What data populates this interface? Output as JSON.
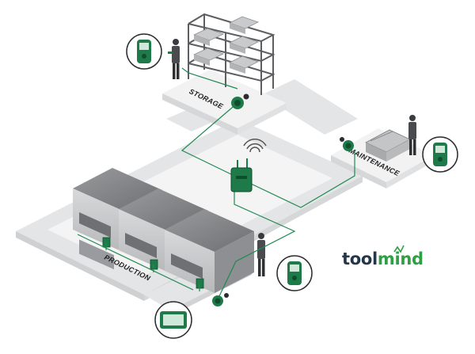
{
  "zones": {
    "storage": "STORAGE",
    "maintenance": "MAINTENANCE",
    "production": "PRODUCTION"
  },
  "brand": {
    "name_part1": "tool",
    "name_part2": "mind",
    "color_dark": "#24364a",
    "color_accent": "#2ea043"
  },
  "colors": {
    "accent_green": "#1f7a4a",
    "line_green": "#1f8a52",
    "floor": "#e6e7e8",
    "platform": "#f2f2f2"
  },
  "icons": {
    "gateway": "wireless-gateway-icon",
    "device": "handheld-reader-icon",
    "sensor": "tag-sensor-icon",
    "tablet": "tablet-icon"
  }
}
